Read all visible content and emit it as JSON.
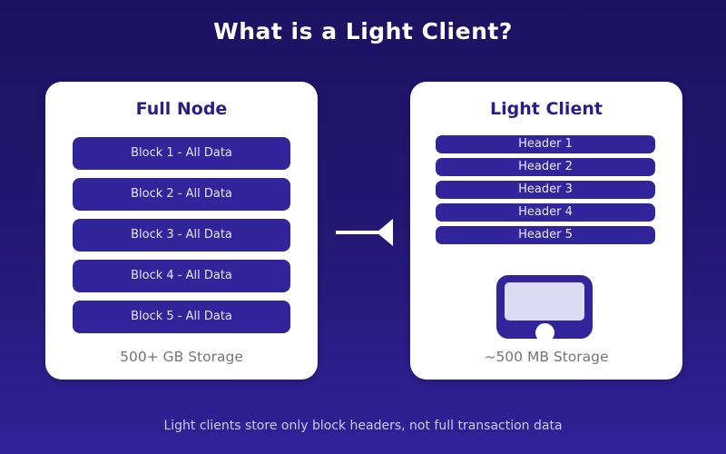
{
  "title": "What is a Light Client?",
  "full_node": {
    "title": "Full Node",
    "blocks": [
      "Block 1 - All Data",
      "Block 2 - All Data",
      "Block 3 - All Data",
      "Block 4 - All Data",
      "Block 5 - All Data"
    ],
    "storage": "500+ GB Storage"
  },
  "light_client": {
    "title": "Light Client",
    "headers": [
      "Header 1",
      "Header 2",
      "Header 3",
      "Header 4",
      "Header 5"
    ],
    "storage": "~500 MB Storage"
  },
  "footer": {
    "caption": "Light clients store only block headers, not full transaction data"
  },
  "icons": {
    "arrow": "arrow-connector",
    "device": "phone"
  },
  "colors": {
    "background_top": "#1d1162",
    "background_bottom": "#302299",
    "card_background": "#ffffff",
    "bar_fill": "#32249b",
    "card_title_text": "#2b1d8a",
    "bar_text": "#e8e5f6",
    "storage_text": "#74747e",
    "title_text": "#ffffff",
    "footer_text": "#cfc9ec",
    "phone_screen": "#dedbf4",
    "arrow": "#ffffff"
  }
}
